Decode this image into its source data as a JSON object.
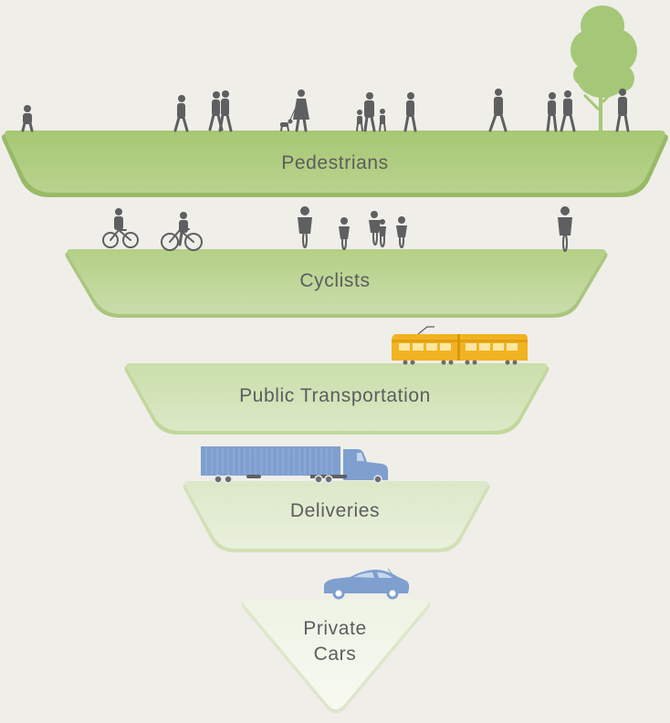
{
  "diagram": {
    "type": "inverted-pyramid",
    "tiers": [
      {
        "label_lines": [
          "Pedestrians"
        ],
        "icon": "pedestrians-and-tree-silhouettes",
        "color": "#a9c97a"
      },
      {
        "label_lines": [
          "Cyclists"
        ],
        "icon": "cyclists-silhouettes",
        "color": "#bcd594"
      },
      {
        "label_lines": [
          "Public Transportation"
        ],
        "icon": "streetcar-icon",
        "color": "#d3e3b6"
      },
      {
        "label_lines": [
          "Deliveries"
        ],
        "icon": "semi-truck-icon",
        "color": "#e3ecd0"
      },
      {
        "label_lines": [
          "Private",
          "Cars"
        ],
        "icon": "car-icon",
        "color": "#f2f5ea"
      }
    ],
    "colors": {
      "background": "#efeee8",
      "silhouette": "#5e5f61",
      "tree": "#a5c878",
      "streetcar": "#f2b322",
      "truck": "#7f9fcf",
      "car": "#7f9fcf",
      "label": "#5b5d5e"
    }
  }
}
